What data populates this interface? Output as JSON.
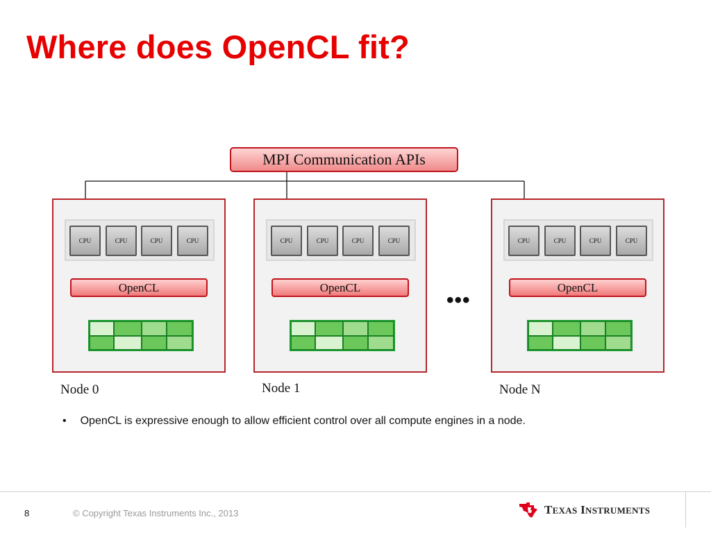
{
  "slide": {
    "title": "Where does OpenCL fit?",
    "bullet_marker": "•",
    "bullet_text": "OpenCL is expressive enough to allow efficient control over all compute engines in a node."
  },
  "diagram": {
    "mpi_label": "MPI Communication APIs",
    "ellipsis": "•••",
    "nodes": [
      {
        "label": "Node 0",
        "opencl_label": "OpenCL",
        "cpus": [
          "CPU",
          "CPU",
          "CPU",
          "CPU"
        ]
      },
      {
        "label": "Node 1",
        "opencl_label": "OpenCL",
        "cpus": [
          "CPU",
          "CPU",
          "CPU",
          "CPU"
        ]
      },
      {
        "label": "Node N",
        "opencl_label": "OpenCL",
        "cpus": [
          "CPU",
          "CPU",
          "CPU",
          "CPU"
        ]
      }
    ]
  },
  "footer": {
    "page_number": "8",
    "copyright": "© Copyright Texas Instruments Inc., 2013",
    "logo_text_initial_1": "T",
    "logo_text_rest_1": "EXAS",
    "logo_text_initial_2": "I",
    "logo_text_rest_2": "NSTRUMENTS"
  },
  "colors": {
    "title": "#e60000",
    "box_border": "#c0131b",
    "accelerator_border": "#1a9a2e"
  },
  "icons": {
    "logo": "texas-instruments-logo-icon"
  }
}
